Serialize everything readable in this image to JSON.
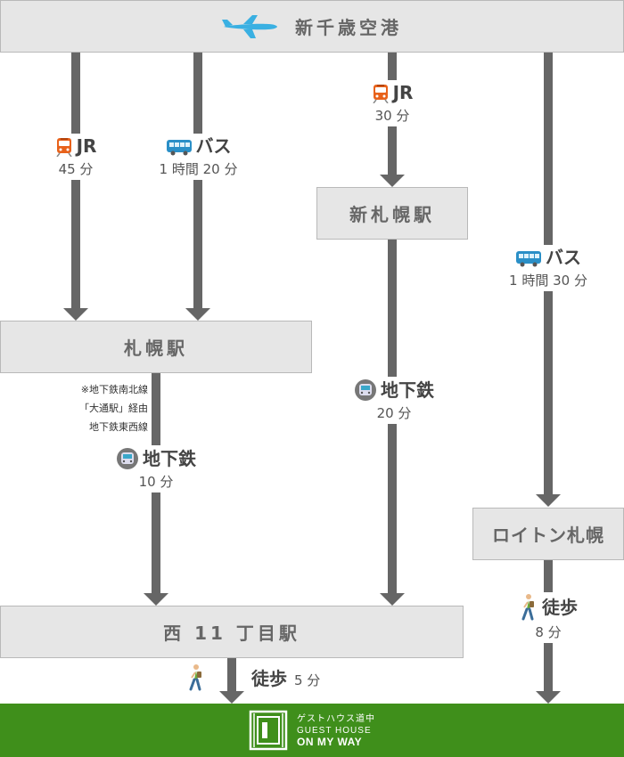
{
  "nodes": {
    "airport": "新千歳空港",
    "sapporo": "札幌駅",
    "shin_sapporo": "新札幌駅",
    "loiton": "ロイトン札幌",
    "nishi11": "西 11 丁目駅"
  },
  "routes": {
    "jr_airport_sapporo": {
      "mode": "JR",
      "time": "45 分"
    },
    "bus_airport_sapporo": {
      "mode": "バス",
      "time": "1 時間 20 分"
    },
    "jr_airport_shin": {
      "mode": "JR",
      "time": "30 分"
    },
    "bus_airport_loiton": {
      "mode": "バス",
      "time": "1 時間 30 分"
    },
    "subway_sapporo_nishi": {
      "mode": "地下鉄",
      "time": "10 分"
    },
    "subway_shin_nishi": {
      "mode": "地下鉄",
      "time": "20 分"
    },
    "walk_loiton": {
      "mode": "徒歩",
      "time": "8 分"
    },
    "walk_nishi": {
      "mode": "徒歩",
      "time": "5 分"
    }
  },
  "note": [
    "※地下鉄南北線",
    "「大通駅」経由",
    "地下鉄東西線"
  ],
  "footer": {
    "line1": "ゲストハウス道中",
    "line2": "GUEST HOUSE",
    "line3": "ON MY WAY"
  },
  "colors": {
    "box_bg": "#e6e6e6",
    "arrow": "#666666",
    "footer_green": "#3f8f1b"
  },
  "icons": [
    "airplane-icon",
    "train-icon",
    "bus-icon",
    "subway-icon",
    "walking-person-icon"
  ]
}
